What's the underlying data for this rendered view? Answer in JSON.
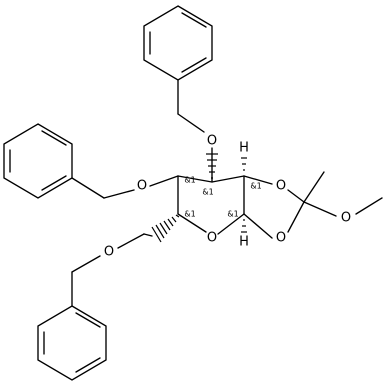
{
  "atom_labels": {
    "o_benzyloxy_top": "O",
    "o_benzyloxy_left": "O",
    "o_benzyloxy_bottom": "O",
    "o_ring": "O",
    "o_dioxolane_upper": "O",
    "o_dioxolane_lower": "O",
    "o_methoxy": "O",
    "h_upper": "H",
    "h_lower": "H"
  },
  "stereo_labels": {
    "c3": "&1",
    "c2": "&1",
    "c1": "&1",
    "c3a": "&1",
    "c7a": "&1"
  }
}
